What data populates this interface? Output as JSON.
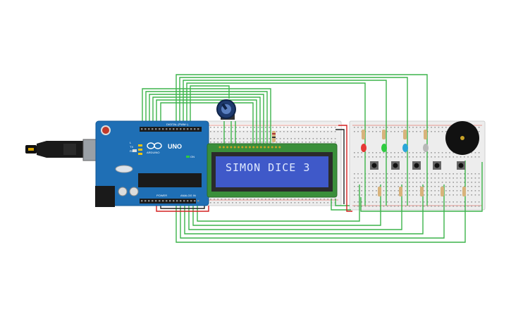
{
  "lcd": {
    "text": "SIMON DICE  3"
  },
  "arduino": {
    "model": "UNO",
    "brand": "ARDUINO",
    "digital_label": "DIGITAL (PWM~)",
    "power_label": "POWER",
    "analog_label": "ANALOG IN",
    "tx_label": "TX",
    "rx_label": "RX",
    "l_label": "L",
    "on_label": "ON"
  },
  "leds": [
    {
      "color": "#e53935"
    },
    {
      "color": "#2ecc40"
    },
    {
      "color": "#2aa6d8"
    },
    {
      "color": "#b8b8b8"
    }
  ],
  "colors": {
    "wire_green": "#3cb44a",
    "wire_red": "#d42020",
    "wire_black": "#222222",
    "board_blue": "#1f6fb5",
    "lcd_green": "#3a8f3a",
    "lcd_screen": "#3f59c9",
    "breadboard": "#ececec"
  }
}
